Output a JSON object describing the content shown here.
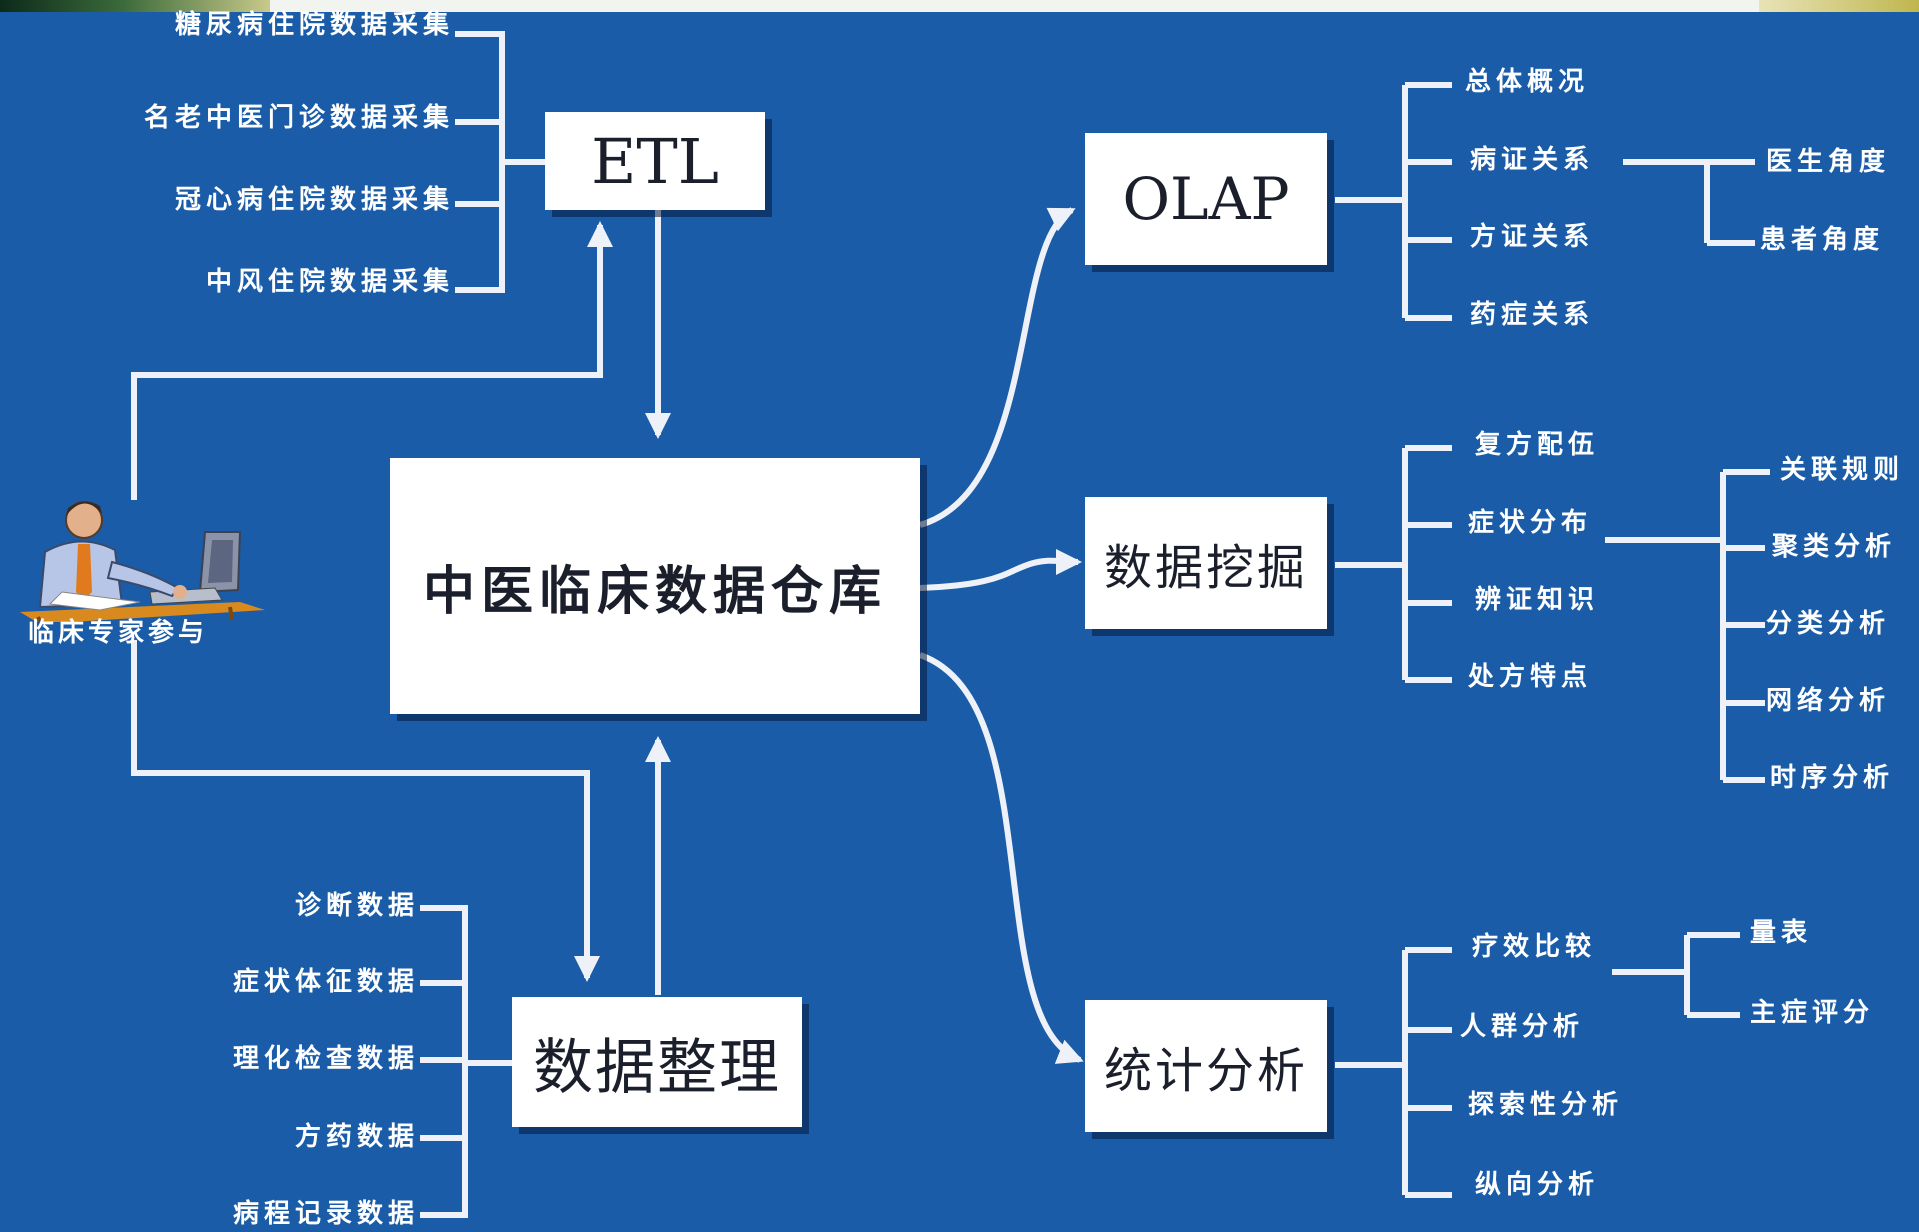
{
  "nodes": {
    "etl": "ETL",
    "warehouse": "中医临床数据仓库",
    "olap": "OLAP",
    "mining": "数据挖掘",
    "stats": "统计分析",
    "cleanup": "数据整理",
    "expert": "临床专家参与"
  },
  "etl_sources": [
    "糖尿病住院数据采集",
    "名老中医门诊数据采集",
    "冠心病住院数据采集",
    "中风住院数据采集"
  ],
  "cleanup_sources": [
    "诊断数据",
    "症状体征数据",
    "理化检查数据",
    "方药数据",
    "病程记录数据"
  ],
  "olap_items": [
    "总体概况",
    "病证关系",
    "方证关系",
    "药症关系"
  ],
  "olap_sub": [
    "医生角度",
    "患者角度"
  ],
  "mining_items": [
    "复方配伍",
    "症状分布",
    "辨证知识",
    "处方特点"
  ],
  "mining_sub": [
    "关联规则",
    "聚类分析",
    "分类分析",
    "网络分析",
    "时序分析"
  ],
  "stats_items": [
    "疗效比较",
    "人群分析",
    "探索性分析",
    "纵向分析"
  ],
  "stats_sub": [
    "量表",
    "主症评分"
  ]
}
